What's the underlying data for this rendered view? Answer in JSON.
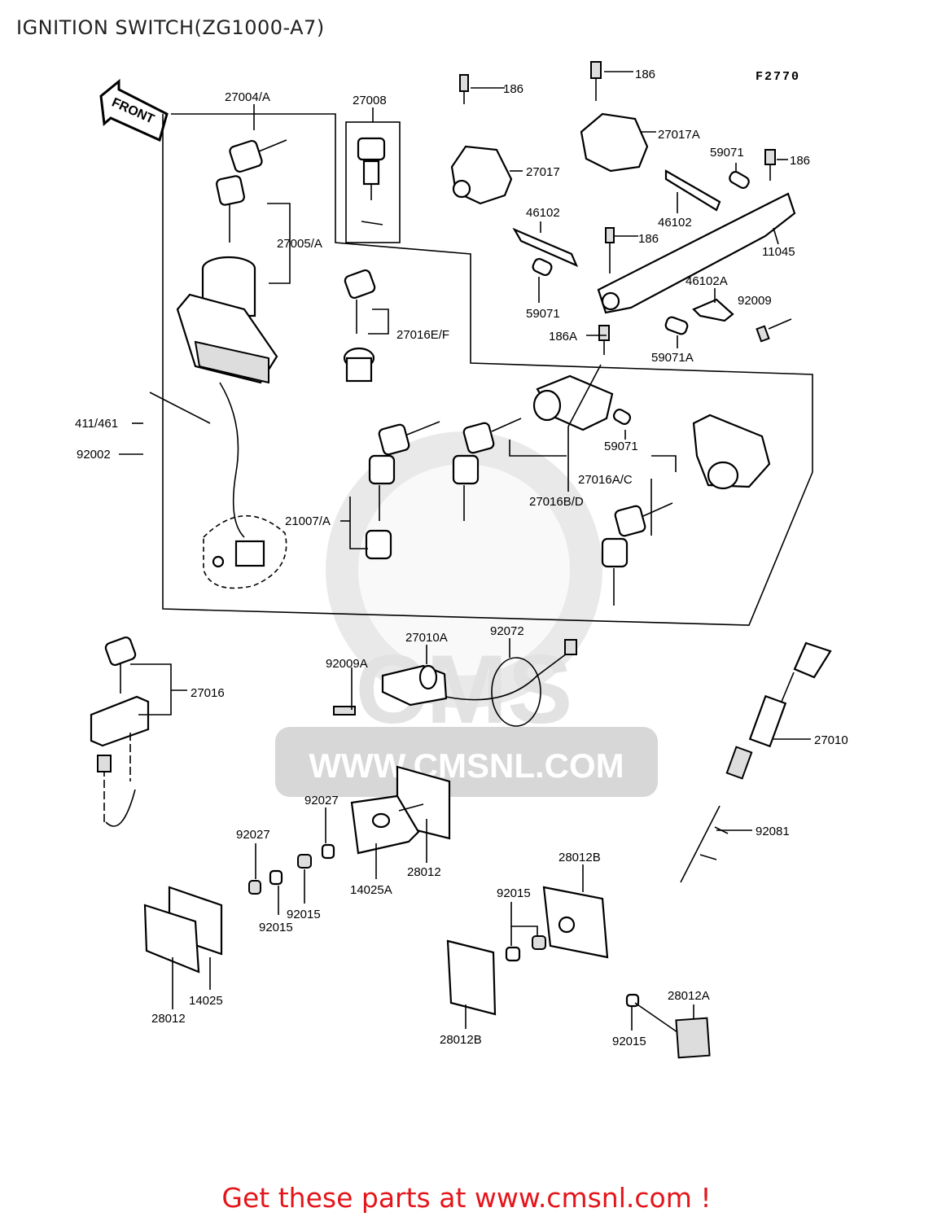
{
  "page": {
    "title": "IGNITION SWITCH(ZG1000-A7)",
    "figure_code": "F2770",
    "front_arrow": "FRONT",
    "watermark_logo": "CMS",
    "watermark_url": "WWW.CMSNL.COM",
    "cta": "Get these parts at www.cmsnl.com !"
  },
  "labels": {
    "p27004": "27004/A",
    "p27008": "27008",
    "p27005": "27005/A",
    "p27016EF": "27016E/F",
    "p411": "411/461",
    "p92002": "92002",
    "p21007": "21007/A",
    "p186a": "186",
    "p186b": "186",
    "p186c": "186",
    "p186d": "186",
    "p186A": "186A",
    "p27017": "27017",
    "p27017A": "27017A",
    "p59071a": "59071",
    "p59071b": "59071",
    "p59071c": "59071",
    "p59071A": "59071A",
    "p46102a": "46102",
    "p46102b": "46102",
    "p46102A": "46102A",
    "p11045": "11045",
    "p92009": "92009",
    "p27016AC": "27016A/C",
    "p27016BD": "27016B/D",
    "p27016": "27016",
    "p27010A": "27010A",
    "p92072": "92072",
    "p92009A": "92009A",
    "p27010": "27010",
    "p92081": "92081",
    "p92027a": "92027",
    "p92027b": "92027",
    "p28012a": "28012",
    "p14025A": "14025A",
    "p92015a": "92015",
    "p92015b": "92015",
    "p92015c": "92015",
    "p92015d": "92015",
    "p14025": "14025",
    "p28012b": "28012",
    "p28012B1": "28012B",
    "p28012B2": "28012B",
    "p28012A": "28012A"
  }
}
